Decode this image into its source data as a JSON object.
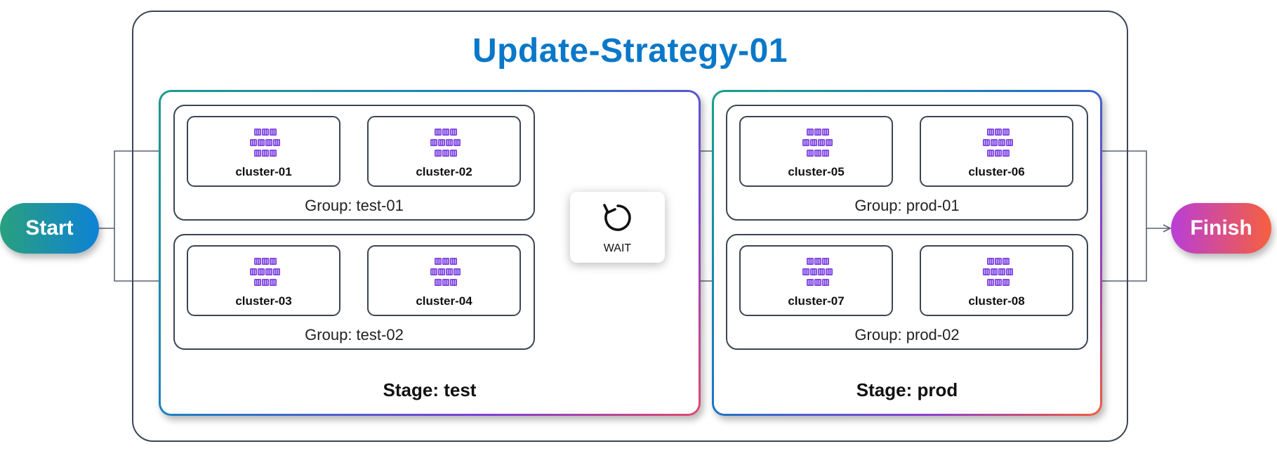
{
  "strategy": {
    "title": "Update-Strategy-01"
  },
  "start": {
    "label": "Start"
  },
  "finish": {
    "label": "Finish"
  },
  "wait": {
    "label": "WAIT",
    "icon": "refresh-icon"
  },
  "stages": [
    {
      "label": "Stage: test",
      "groups": [
        {
          "label": "Group: test-01",
          "clusters": [
            "cluster-01",
            "cluster-02"
          ]
        },
        {
          "label": "Group: test-02",
          "clusters": [
            "cluster-03",
            "cluster-04"
          ]
        }
      ]
    },
    {
      "label": "Stage: prod",
      "groups": [
        {
          "label": "Group: prod-01",
          "clusters": [
            "cluster-05",
            "cluster-06"
          ]
        },
        {
          "label": "Group: prod-02",
          "clusters": [
            "cluster-07",
            "cluster-08"
          ]
        }
      ]
    }
  ],
  "colors": {
    "title": "#0a78c8",
    "cluster_icon": "#7b3fe0",
    "start_gradient": [
      "#2aa07e",
      "#0d82d6"
    ],
    "finish_gradient": [
      "#b93ed7",
      "#f6603e"
    ],
    "border": "#3b4654"
  }
}
